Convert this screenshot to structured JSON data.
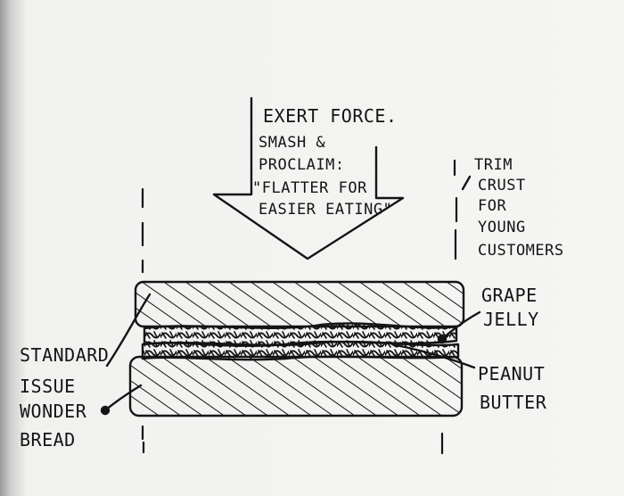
{
  "arrow_note": {
    "line1": "EXERT FORCE.",
    "line2": "SMASH &",
    "line3": "PROCLAIM:",
    "line4": "\"FLATTER FOR",
    "line5": "EASIER EATING\""
  },
  "trim_note": {
    "line1": "TRIM",
    "line2": "CRUST",
    "line3": "FOR",
    "line4": "YOUNG",
    "line5": "CUSTOMERS"
  },
  "jelly_label": {
    "line1": "GRAPE",
    "line2": "JELLY"
  },
  "peanut_label": {
    "line1": "PEANUT",
    "line2": "BUTTER"
  },
  "bread_label": {
    "line1": "STANDARD",
    "line2": "ISSUE",
    "line3": "WONDER",
    "line4": "BREAD"
  },
  "colors": {
    "ink": "#141414",
    "paper": "#f4f4f2"
  }
}
